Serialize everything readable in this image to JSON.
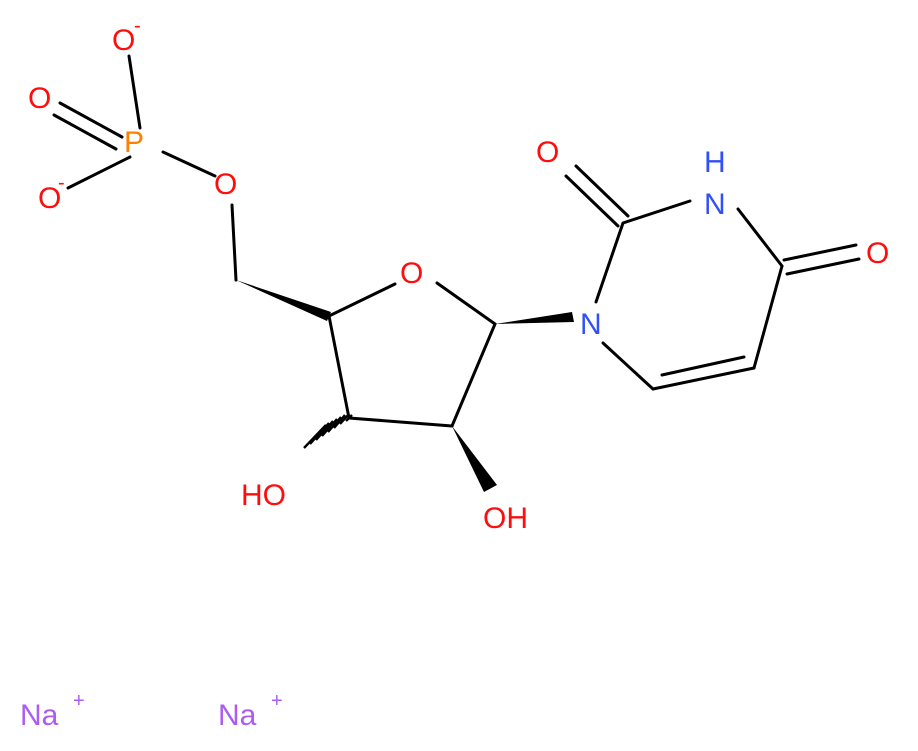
{
  "colors": {
    "oxygen": "#ff0d0d",
    "nitrogen": "#3050f8",
    "phosphorus": "#ff8000",
    "sodium": "#ab5cf2",
    "bond": "#000000"
  },
  "atoms": {
    "o_phos_top": "O",
    "o_phos_top_charge": "-",
    "o_phos_double": "O",
    "p": "P",
    "o_phos_bottom": "O",
    "o_phos_bottom_charge": "-",
    "o_ester": "O",
    "o_ring": "O",
    "n1": "N",
    "nh": "H",
    "n3": "N",
    "o_c2": "O",
    "o_c4": "O",
    "oh_left": "HO",
    "oh_right": "OH"
  },
  "counterions": [
    {
      "symbol": "Na",
      "charge": "+"
    },
    {
      "symbol": "Na",
      "charge": "+"
    }
  ]
}
